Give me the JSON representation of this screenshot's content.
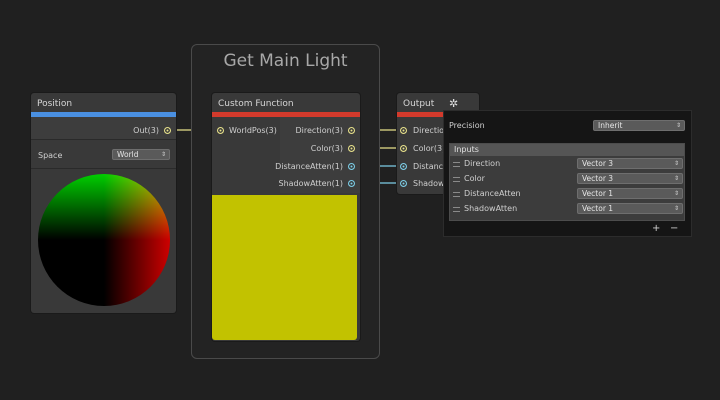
{
  "group": {
    "title": "Get Main Light"
  },
  "position_node": {
    "title": "Position",
    "accent": "#4a90e2",
    "output_label": "Out(3)",
    "space_label": "Space",
    "space_value": "World"
  },
  "custom_node": {
    "title": "Custom Function",
    "accent": "#d33a2c",
    "input_label": "WorldPos(3)",
    "outputs": [
      "Direction(3)",
      "Color(3)",
      "DistanceAtten(1)",
      "ShadowAtten(1)"
    ],
    "preview_color": "#c2c200"
  },
  "output_node": {
    "title": "Output",
    "accent": "#d33a2c",
    "inputs": [
      "Direction(3)",
      "Color(3)",
      "DistanceAtten(1)",
      "ShadowAtten(1)"
    ],
    "gear_icon": "gear-icon"
  },
  "inspector": {
    "precision_label": "Precision",
    "precision_value": "Inherit",
    "inputs_header": "Inputs",
    "rows": [
      {
        "name": "Direction",
        "type": "Vector 3"
      },
      {
        "name": "Color",
        "type": "Vector 3"
      },
      {
        "name": "DistanceAtten",
        "type": "Vector 1"
      },
      {
        "name": "ShadowAtten",
        "type": "Vector 1"
      }
    ],
    "add_button": "+",
    "remove_button": "−"
  }
}
